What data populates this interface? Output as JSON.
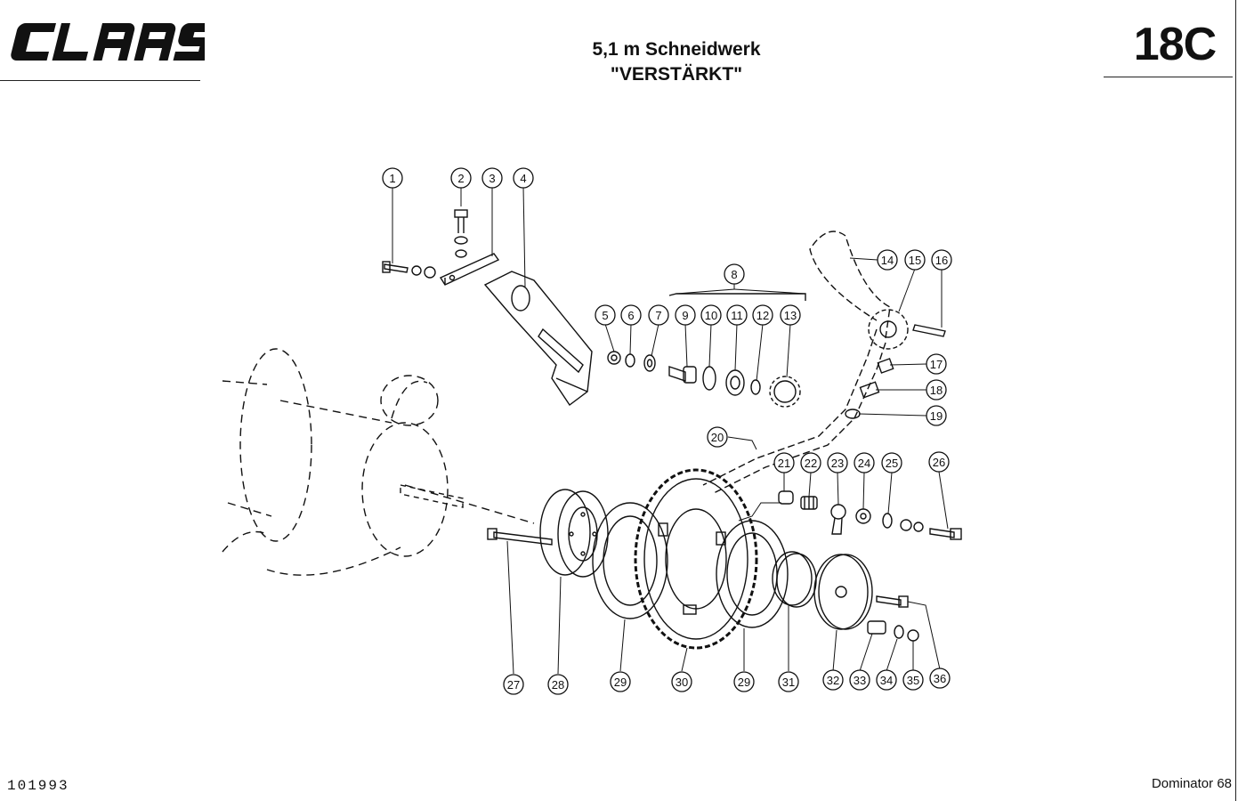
{
  "header": {
    "brand": "CLAAS",
    "title_line1": "5,1 m Schneidwerk",
    "title_line2": "\"VERSTÄRKT\"",
    "page_code": "18C"
  },
  "footer": {
    "doc_number": "101993",
    "model": "Dominator 68"
  },
  "callouts": [
    "1",
    "2",
    "3",
    "4",
    "5",
    "6",
    "7",
    "8",
    "9",
    "10",
    "11",
    "12",
    "13",
    "14",
    "15",
    "16",
    "17",
    "18",
    "19",
    "20",
    "21",
    "22",
    "23",
    "24",
    "25",
    "26",
    "27",
    "28",
    "29",
    "30",
    "29",
    "31",
    "32",
    "33",
    "34",
    "35",
    "36"
  ]
}
